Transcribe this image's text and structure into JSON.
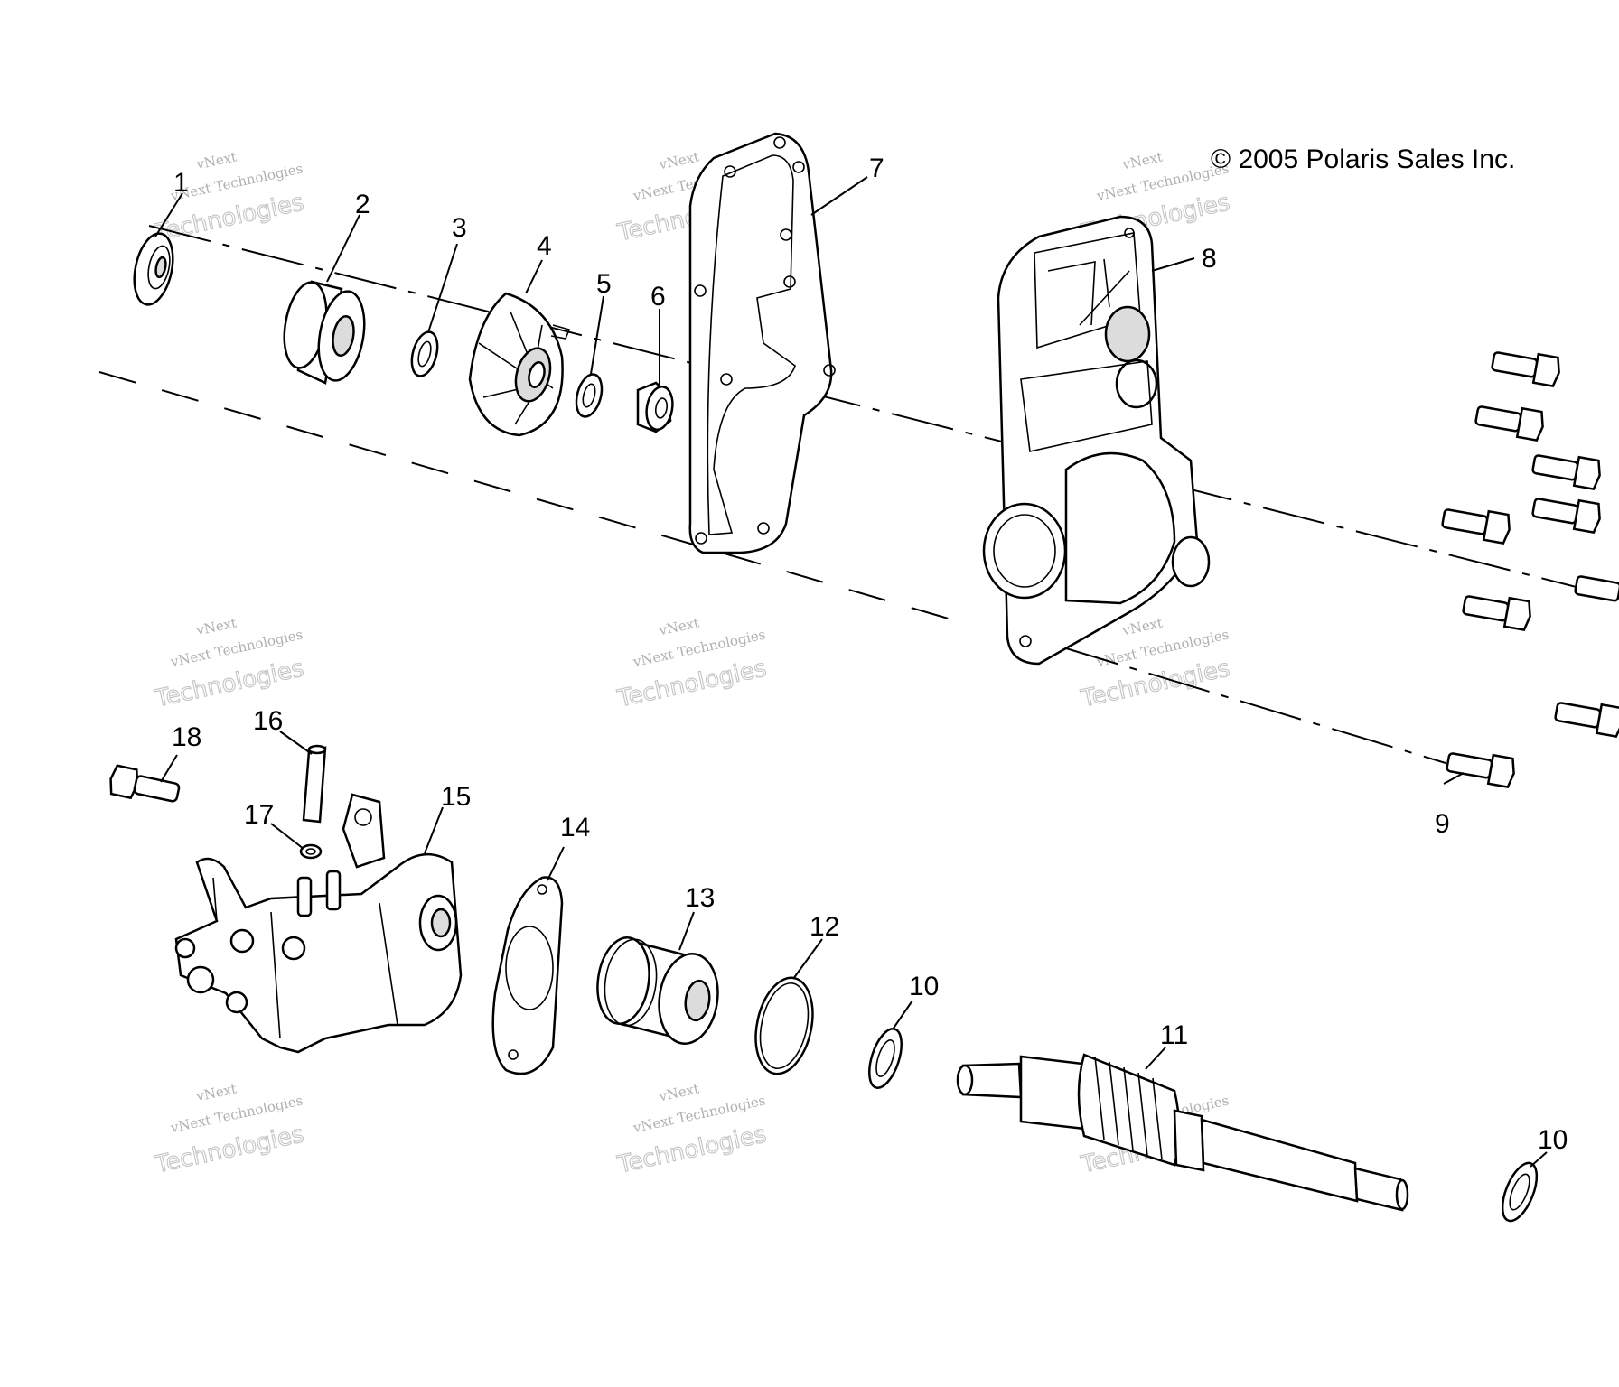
{
  "copyright": "© 2005 Polaris Sales Inc.",
  "watermark": {
    "line1": "vNext",
    "line2": "vNext Technologies",
    "line3": "Technologies"
  },
  "parts": [
    "1",
    "2",
    "3",
    "4",
    "5",
    "6",
    "7",
    "8",
    "9",
    "10",
    "11",
    "12",
    "13",
    "14",
    "15",
    "16",
    "17",
    "18",
    "10"
  ]
}
